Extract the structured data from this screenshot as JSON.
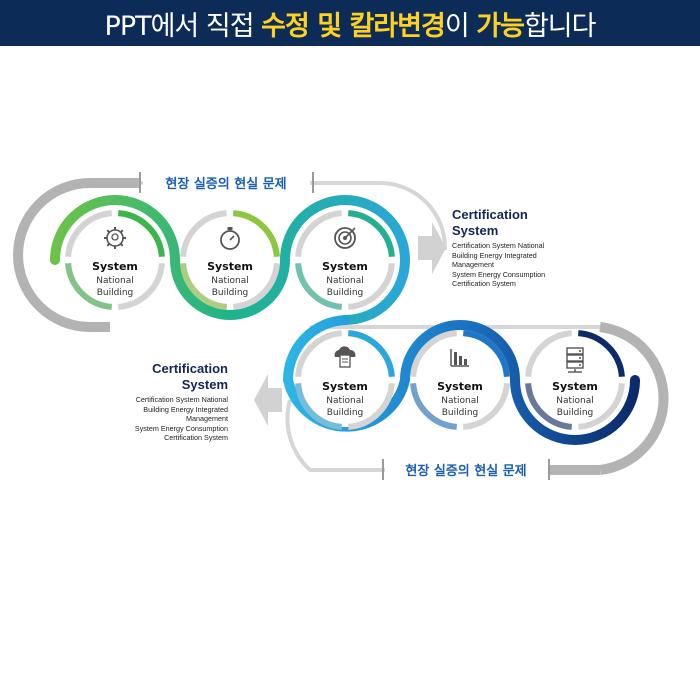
{
  "banner": {
    "part1": "PPT에서 직접 ",
    "highlight1": "수정 및 칼라변경",
    "part2": "이 ",
    "highlight2": "가능",
    "part3": "합니다"
  },
  "section_label_top": "현장 실증의 현실 문제",
  "section_label_bottom": "현장 실증의 현실 문제",
  "cert_right": {
    "title_line1": "Certification",
    "title_line2": "System",
    "body": [
      "Certification System National",
      "Building Energy Integrated",
      "Management",
      "System Energy Consumption",
      "Certification System"
    ]
  },
  "cert_left": {
    "title_line1": "Certification",
    "title_line2": "System",
    "body": [
      "Certification System National",
      "Building Energy Integrated",
      "Management",
      "System Energy Consumption",
      "Certification System"
    ]
  },
  "nodes": [
    {
      "title": "System",
      "line1": "National",
      "line2": "Building",
      "icon": "lightbulb-gear-icon",
      "color": "#3cb54a"
    },
    {
      "title": "System",
      "line1": "National",
      "line2": "Building",
      "icon": "stopwatch-icon",
      "color": "#8dc63f"
    },
    {
      "title": "System",
      "line1": "National",
      "line2": "Building",
      "icon": "target-icon",
      "color": "#22b08f"
    },
    {
      "title": "System",
      "line1": "National",
      "line2": "Building",
      "icon": "cloud-document-icon",
      "color": "#29a8e0"
    },
    {
      "title": "System",
      "line1": "National",
      "line2": "Building",
      "icon": "bar-chart-icon",
      "color": "#1f77c8"
    },
    {
      "title": "System",
      "line1": "National",
      "line2": "Building",
      "icon": "server-icon",
      "color": "#0d2b6b"
    }
  ],
  "colors": {
    "banner_bg": "#0d2b57",
    "highlight": "#ffd21f",
    "track_gray": "#b5b5b5",
    "label_blue": "#1a5fb4"
  }
}
